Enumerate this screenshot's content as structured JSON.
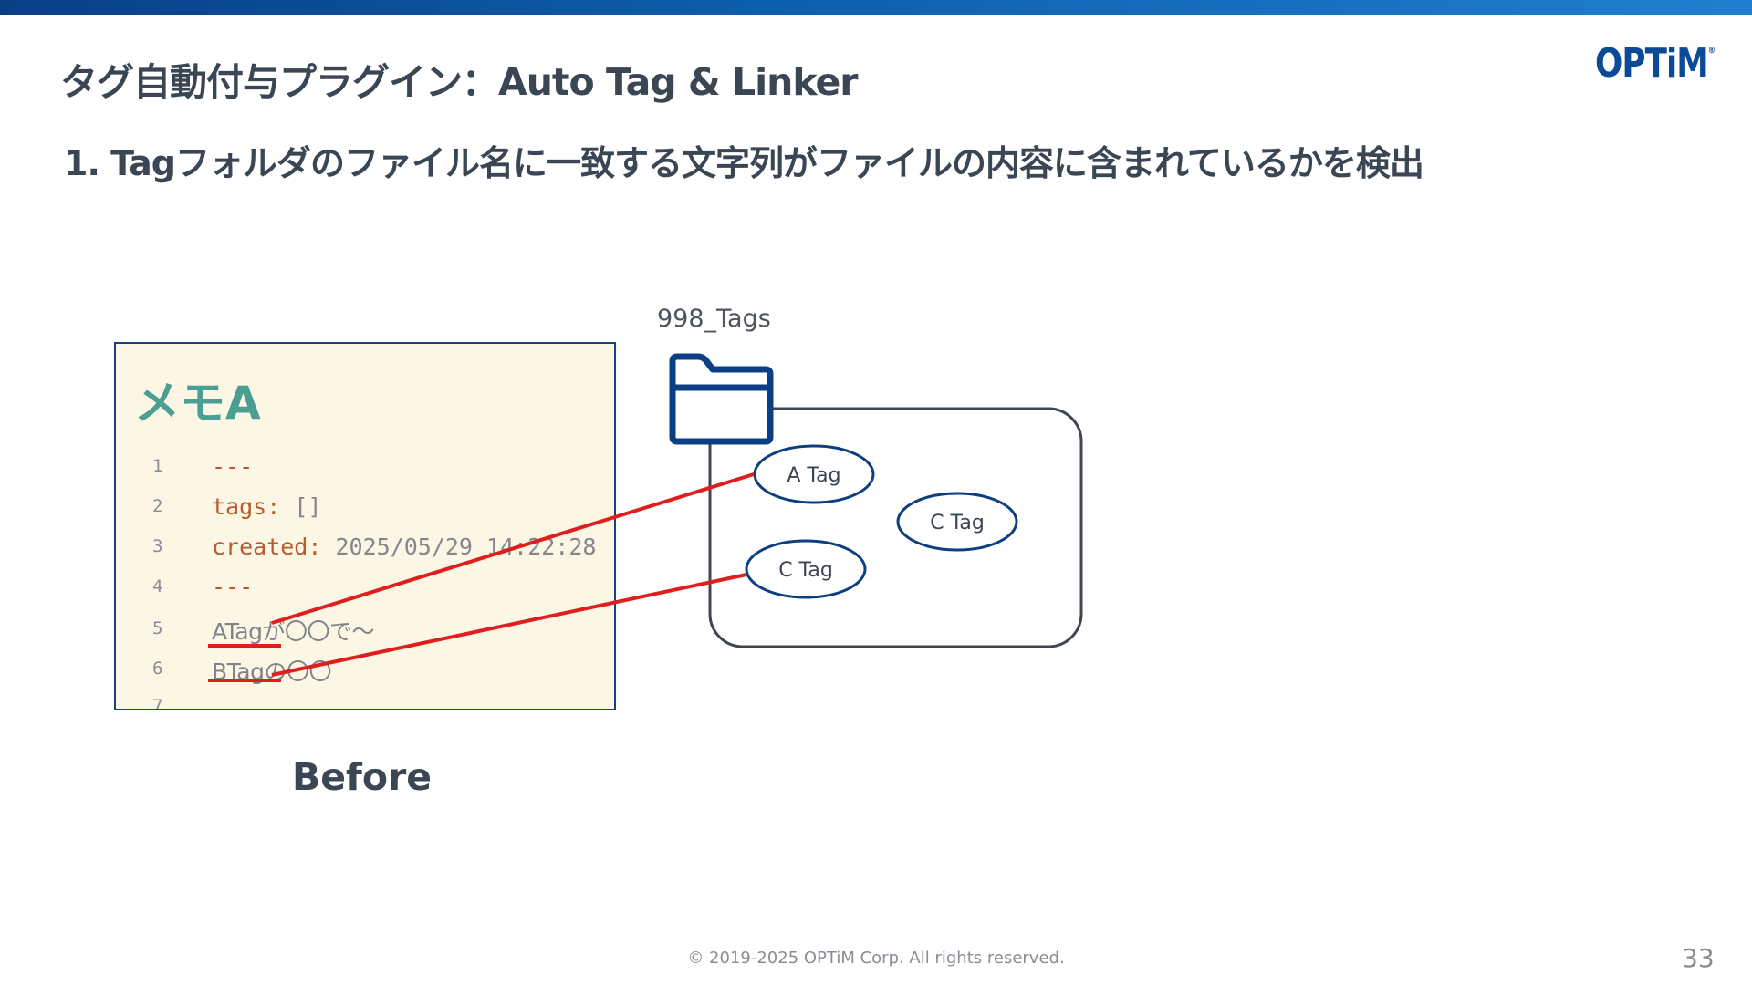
{
  "slide": {
    "title": "タグ自動付与プラグイン：Auto Tag & Linker",
    "subtitle": "1. Tagフォルダのファイル名に一致する文字列がファイルの内容に含まれているかを検出",
    "logo": "OPTiM",
    "logo_mark": "®",
    "footer": "© 2019-2025 OPTiM Corp. All rights reserved.",
    "page_number": "33",
    "accent_color": "#0d5fb0",
    "highlight_color": "#e01e1e"
  },
  "memo": {
    "title": "メモA",
    "lines": [
      {
        "num": "1",
        "dash": "---"
      },
      {
        "num": "2",
        "key": "tags",
        "value": " []"
      },
      {
        "num": "3",
        "key": "created",
        "value": " 2025/05/29 14:22:28"
      },
      {
        "num": "4",
        "dash": "---"
      },
      {
        "num": "5",
        "text": "ATagが〇〇で〜"
      },
      {
        "num": "6",
        "text": "BTagの〇〇"
      },
      {
        "num": "7"
      }
    ]
  },
  "caption": "Before",
  "folder": {
    "label": "998_Tags",
    "icon": "folder-icon",
    "tags": [
      "A Tag",
      "C Tag",
      "C Tag"
    ]
  }
}
